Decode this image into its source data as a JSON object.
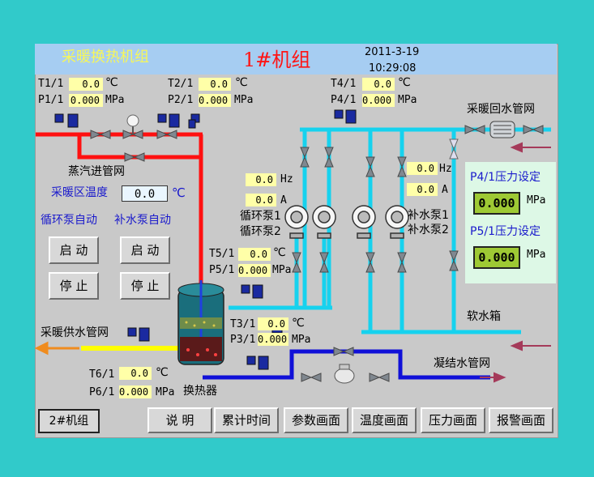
{
  "header": {
    "title": "采暖换热机组",
    "unit": "1#机组",
    "date": "2011-3-19",
    "time": "10:29:08"
  },
  "sensors": {
    "t1": {
      "label": "T1/1",
      "value": "0.0",
      "unit": "℃"
    },
    "p1": {
      "label": "P1/1",
      "value": "0.000",
      "unit": "MPa"
    },
    "t2": {
      "label": "T2/1",
      "value": "0.0",
      "unit": "℃"
    },
    "p2": {
      "label": "P2/1",
      "value": "0.000",
      "unit": "MPa"
    },
    "t4": {
      "label": "T4/1",
      "value": "0.0",
      "unit": "℃"
    },
    "p4": {
      "label": "P4/1",
      "value": "0.000",
      "unit": "MPa"
    },
    "t5": {
      "label": "T5/1",
      "value": "0.0",
      "unit": "℃"
    },
    "p5": {
      "label": "P5/1",
      "value": "0.000",
      "unit": "MPa"
    },
    "t3": {
      "label": "T3/1",
      "value": "0.0",
      "unit": "℃"
    },
    "p3": {
      "label": "P3/1",
      "value": "0.000",
      "unit": "MPa"
    },
    "t6": {
      "label": "T6/1",
      "value": "0.0",
      "unit": "℃"
    },
    "p6": {
      "label": "P6/1",
      "value": "0.000",
      "unit": "MPa"
    }
  },
  "circ_pump": {
    "hz": "0.0",
    "hz_unit": "Hz",
    "a": "0.0",
    "a_unit": "A",
    "label1": "循环泵1",
    "label2": "循环泵2",
    "auto": "循环泵自动"
  },
  "makeup_pump": {
    "hz": "0.0",
    "hz_unit": "Hz",
    "a": "0.0",
    "a_unit": "A",
    "label1": "补水泵1",
    "label2": "补水泵2",
    "auto": "补水泵自动"
  },
  "labels": {
    "steam_in": "蒸汽进管网",
    "heat_zone_temp": "采暖区温度",
    "heat_zone_value": "0.0",
    "heat_zone_unit": "℃",
    "return_net": "采暖回水管网",
    "supply_net": "采暖供水管网",
    "soft_tank": "软水箱",
    "condensate": "凝结水管网",
    "exchanger": "换热器"
  },
  "controls": {
    "start": "启  动",
    "stop": "停  止",
    "start2": "启  动",
    "stop2": "停  止"
  },
  "pressure_set": {
    "p4_label": "P4/1压力设定",
    "p4_value": "0.000",
    "p4_unit": "MPa",
    "p5_label": "P5/1压力设定",
    "p5_value": "0.000",
    "p5_unit": "MPa"
  },
  "nav": {
    "unit2": "2#机组",
    "help": "说  明",
    "cumulative": "累计时间",
    "params": "参数画面",
    "temperature": "温度画面",
    "pressure": "压力画面",
    "alarm": "报警画面"
  }
}
